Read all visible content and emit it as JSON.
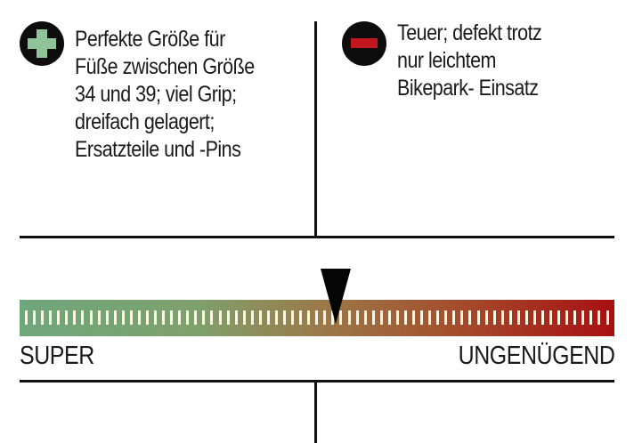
{
  "pros": {
    "icon": "plus-circle-icon",
    "icon_color": "#8fc39a",
    "text": "Perfekte Größe für\nFüße zwischen Größe\n34 und 39; viel Grip;\ndreifach gelagert;\nErsatzteile und -Pins"
  },
  "cons": {
    "icon": "minus-circle-icon",
    "icon_color": "#c0161c",
    "text": "Teuer; defekt trotz\nnur leichtem\nBikepark- Einsatz"
  },
  "rating": {
    "label_left": "SUPER",
    "label_right": "UNGENÜGEND",
    "gradient_start": "#6ea77c",
    "gradient_mid": "#9a7a4a",
    "gradient_end": "#a80f12",
    "marker_position_percent": 53,
    "tick_count": 73
  }
}
